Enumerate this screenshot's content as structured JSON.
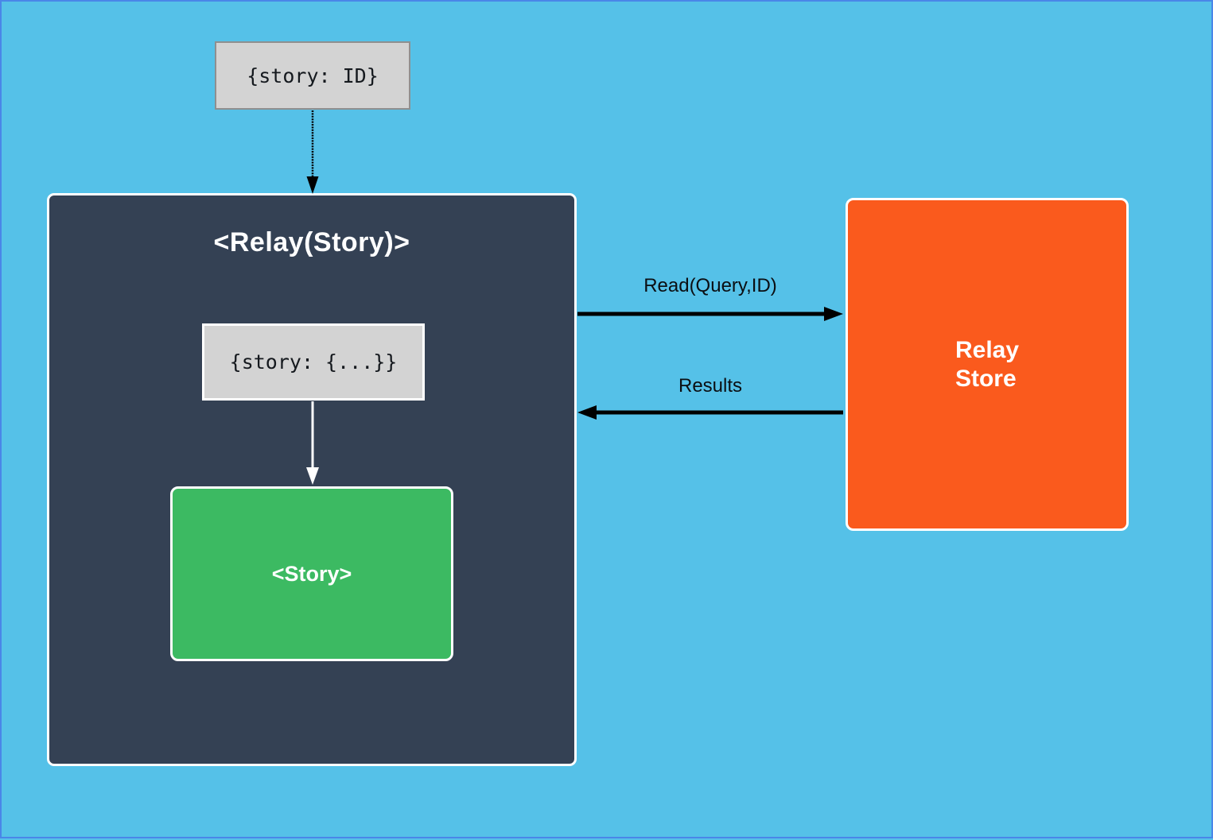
{
  "nodes": {
    "props_input": {
      "text": "{story: ID}"
    },
    "relay_container": {
      "title": "<Relay(Story)>"
    },
    "inner_props": {
      "text": "{story: {...}}"
    },
    "story": {
      "text": "<Story>"
    },
    "relay_store": {
      "lines": [
        "Relay",
        "Store"
      ]
    }
  },
  "edges": {
    "read": {
      "label": "Read(Query,ID)",
      "direction": "right"
    },
    "results": {
      "label": "Results",
      "direction": "left"
    }
  },
  "colors": {
    "background": "#55c1e8",
    "page_border": "#4a86e8",
    "container_dark": "#344154",
    "props_box_bg": "#d3d3d3",
    "props_box_border": "#8f8f8f",
    "story_green": "#3cba62",
    "store_orange": "#fa5a1d",
    "arrow_black": "#000000",
    "arrow_white": "#ffffff",
    "box_outline_white": "#ffffff"
  }
}
